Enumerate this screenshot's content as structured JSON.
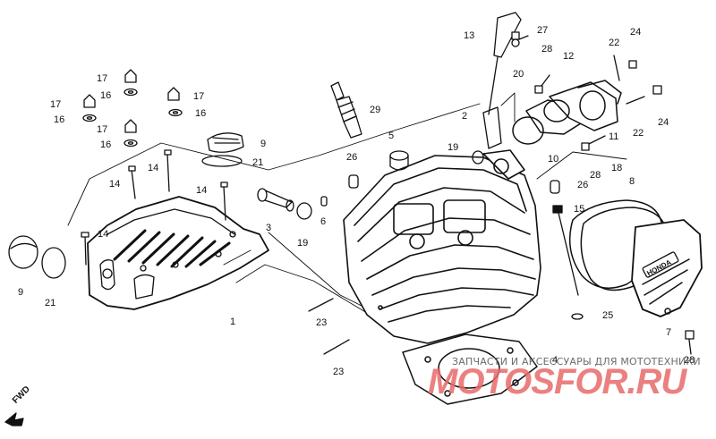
{
  "diagram": {
    "labels": [
      {
        "id": "p13",
        "text": "13"
      },
      {
        "id": "p27",
        "text": "27"
      },
      {
        "id": "p22a",
        "text": "22"
      },
      {
        "id": "p24a",
        "text": "24"
      },
      {
        "id": "p28a",
        "text": "28"
      },
      {
        "id": "p12",
        "text": "12"
      },
      {
        "id": "p20",
        "text": "20"
      },
      {
        "id": "p2",
        "text": "2"
      },
      {
        "id": "p29",
        "text": "29"
      },
      {
        "id": "p17a",
        "text": "17"
      },
      {
        "id": "p16a",
        "text": "16"
      },
      {
        "id": "p17b",
        "text": "17"
      },
      {
        "id": "p16b",
        "text": "16"
      },
      {
        "id": "p17c",
        "text": "17"
      },
      {
        "id": "p16c",
        "text": "16"
      },
      {
        "id": "p17d",
        "text": "17"
      },
      {
        "id": "p16d",
        "text": "16"
      },
      {
        "id": "p9a",
        "text": "9"
      },
      {
        "id": "p21a",
        "text": "21"
      },
      {
        "id": "p14a",
        "text": "14"
      },
      {
        "id": "p14b",
        "text": "14"
      },
      {
        "id": "p14c",
        "text": "14"
      },
      {
        "id": "p14d",
        "text": "14"
      },
      {
        "id": "p26a",
        "text": "26"
      },
      {
        "id": "p5",
        "text": "5"
      },
      {
        "id": "p19a",
        "text": "19"
      },
      {
        "id": "p10",
        "text": "10"
      },
      {
        "id": "p11",
        "text": "11"
      },
      {
        "id": "p22b",
        "text": "22"
      },
      {
        "id": "p24b",
        "text": "24"
      },
      {
        "id": "p28b",
        "text": "28"
      },
      {
        "id": "p18",
        "text": "18"
      },
      {
        "id": "p8",
        "text": "8"
      },
      {
        "id": "p26b",
        "text": "26"
      },
      {
        "id": "p15",
        "text": "15"
      },
      {
        "id": "p3",
        "text": "3"
      },
      {
        "id": "p19b",
        "text": "19"
      },
      {
        "id": "p6",
        "text": "6"
      },
      {
        "id": "p9b",
        "text": "9"
      },
      {
        "id": "p21b",
        "text": "21"
      },
      {
        "id": "p1",
        "text": "1"
      },
      {
        "id": "p23a",
        "text": "23"
      },
      {
        "id": "p23b",
        "text": "23"
      },
      {
        "id": "p4",
        "text": "4"
      },
      {
        "id": "p25",
        "text": "25"
      },
      {
        "id": "p7",
        "text": "7"
      },
      {
        "id": "p28c",
        "text": "28"
      }
    ],
    "fwd_mark": "FWD",
    "nameplate": "HONDA",
    "watermark_text": "ЗАПЧАСТИ И АКСЕССУАРЫ ДЛЯ МОТОТЕХНИКИ",
    "watermark_logo": "MOTOSFOR.RU"
  }
}
